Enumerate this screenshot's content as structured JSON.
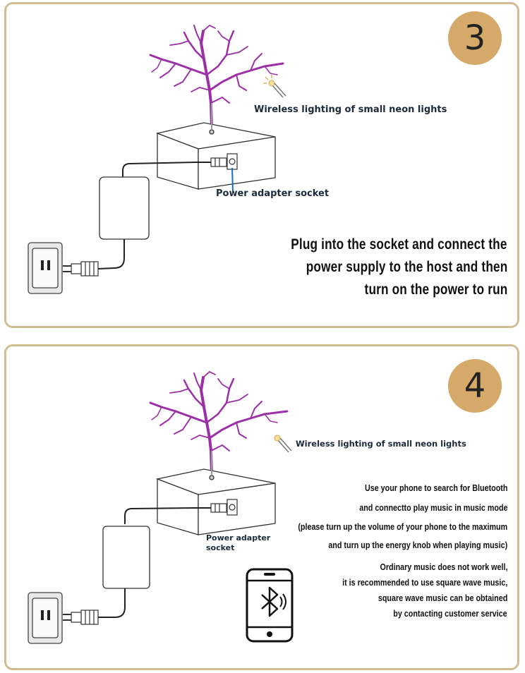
{
  "step3": {
    "number": "3",
    "neon_label": "Wireless lighting of small neon lights",
    "socket_label": "Power adapter socket",
    "instructions": [
      "Plug into the socket and connect the",
      "power supply to the host and then",
      "turn on the power to run"
    ]
  },
  "step4": {
    "number": "4",
    "neon_label": "Wireless lighting of small neon lights",
    "socket_label_lines": [
      "Power adapter",
      "socket"
    ],
    "instructions_a": [
      "Use your phone to search for Bluetooth",
      "and connectto play music in music mode",
      "(please turn up the volume of your phone to the maximum",
      "and turn up the energy knob when playing music)"
    ],
    "instructions_b": [
      "Ordinary music does not work well,",
      "it is recommended to use square wave music,",
      "square wave music can be obtained",
      "by contacting customer service"
    ]
  },
  "icons": [
    "tesla-coil-lightning-icon",
    "neon-bulb-icon",
    "power-adapter-icon",
    "wall-outlet-icon",
    "plug-icon",
    "bluetooth-phone-icon"
  ],
  "colors": {
    "border": "#d2bc93",
    "badge": "#d4a96a",
    "lightning": "#9c2fa8",
    "socket-pointer": "#1f6fc0"
  }
}
